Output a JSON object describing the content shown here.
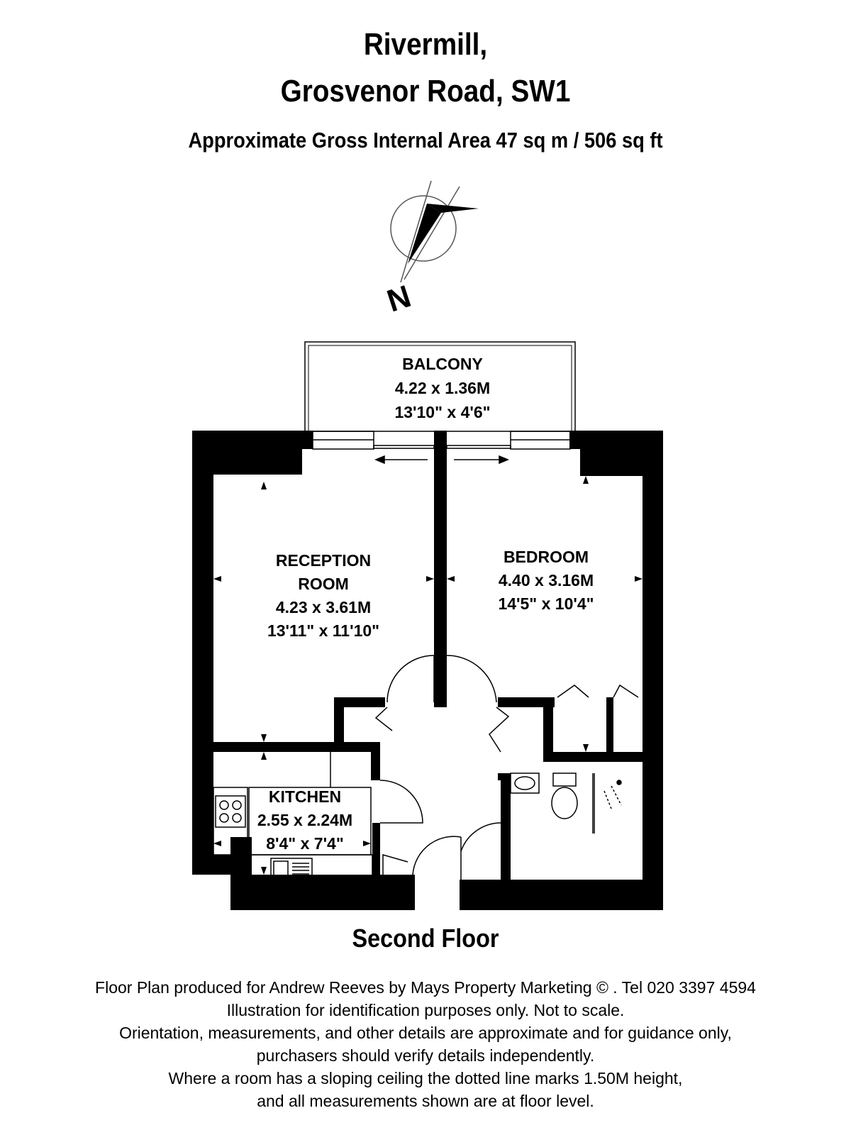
{
  "header": {
    "line1": "Rivermill,",
    "line2": "Grosvenor Road, SW1",
    "area": "Approximate Gross Internal Area 47 sq m  /  506 sq ft"
  },
  "compass": {
    "label": "N",
    "icon": "north-arrow-icon"
  },
  "rooms": {
    "balcony": {
      "name": "BALCONY",
      "metric": "4.22 x 1.36M",
      "imperial": "13'10\" x 4'6\""
    },
    "reception": {
      "name1": "RECEPTION",
      "name2": "ROOM",
      "metric": "4.23 x 3.61M",
      "imperial": "13'11\" x 11'10\""
    },
    "bedroom": {
      "name": "BEDROOM",
      "metric": "4.40 x 3.16M",
      "imperial": "14'5\" x 10'4\""
    },
    "kitchen": {
      "name": "KITCHEN",
      "metric": "2.55 x 2.24M",
      "imperial": "8'4\" x 7'4\""
    }
  },
  "floor_label": "Second Floor",
  "disclaimer": [
    "Floor Plan produced for Andrew Reeves by Mays Property Marketing © . Tel 020 3397 4594",
    "Illustration for identification purposes only. Not to scale.",
    "Orientation, measurements, and other details are approximate and for guidance only,",
    "purchasers should verify details independently.",
    "Where a room has a sloping ceiling the dotted line marks 1.50M height,",
    "and all measurements shown are at floor level."
  ],
  "colors": {
    "wall": "#000000",
    "background": "#ffffff",
    "fixture_line": "#000000"
  }
}
